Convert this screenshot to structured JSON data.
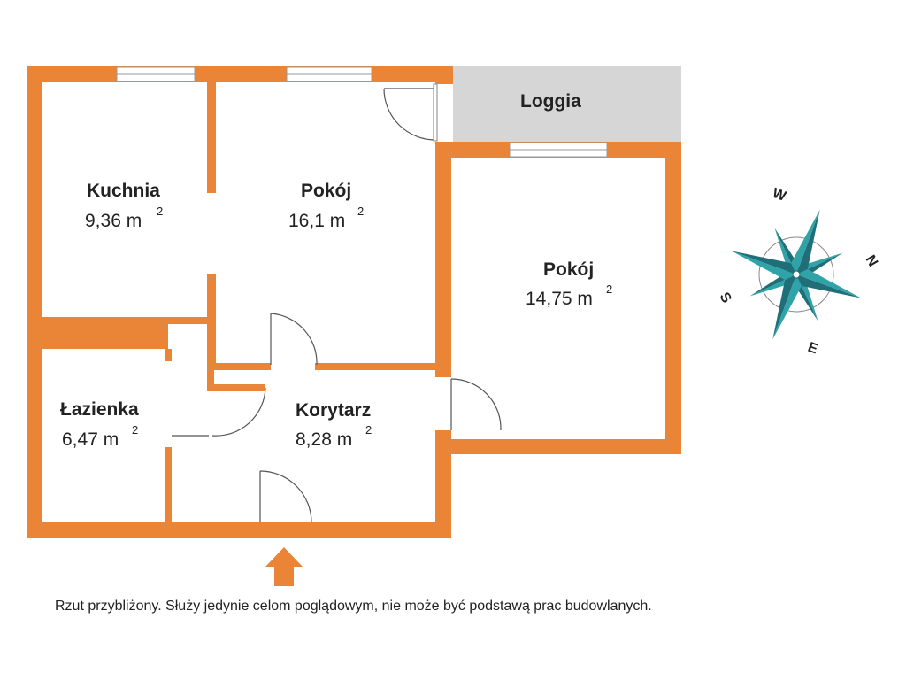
{
  "colors": {
    "wall": "#ea8437",
    "loggia": "#d6d6d6",
    "compass_dark": "#1f6e78",
    "compass_light": "#2fa3a8",
    "arrow": "#ea8437"
  },
  "rooms": {
    "kitchen": {
      "name": "Kuchnia",
      "area": "9,36 m",
      "sup": "2"
    },
    "room_left": {
      "name": "Pokój",
      "area": "16,1 m",
      "sup": "2"
    },
    "room_right": {
      "name": "Pokój",
      "area": "14,75 m",
      "sup": "2"
    },
    "bathroom": {
      "name": "Łazienka",
      "area": "6,47 m",
      "sup": "2"
    },
    "corridor": {
      "name": "Korytarz",
      "area": "8,28 m",
      "sup": "2"
    },
    "loggia": {
      "name": "Loggia"
    }
  },
  "compass": {
    "n": "N",
    "s": "S",
    "e": "E",
    "w": "W",
    "icon": "compass-rose-icon"
  },
  "entrance_icon": "entrance-arrow-icon",
  "disclaimer": "Rzut przybliżony. Służy jedynie celom poglądowym, nie może być podstawą prac budowlanych."
}
